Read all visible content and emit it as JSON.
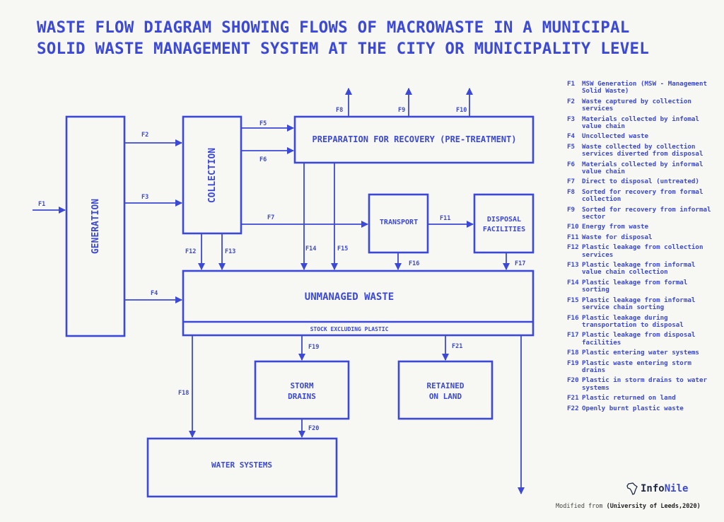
{
  "title": {
    "line1": "WASTE FLOW DIAGRAM SHOWING FLOWS OF MACROWASTE IN A MUNICIPAL",
    "line2": "SOLID WASTE MANAGEMENT SYSTEM AT THE CITY OR MUNICIPALITY LEVEL"
  },
  "colors": {
    "accent": "#3b49d6",
    "background": "#f7f7f3"
  },
  "boxes": {
    "generation": "GENERATION",
    "collection": "COLLECTION",
    "preparation": "PREPARATION FOR RECOVERY (PRE-TREATMENT)",
    "transport": "TRANSPORT",
    "disposal_1": "DISPOSAL",
    "disposal_2": "FACILITIES",
    "unmanaged": "UNMANAGED WASTE",
    "stock": "STOCK EXCLUDING PLASTIC",
    "storm_1": "STORM",
    "storm_2": "DRAINS",
    "retained_1": "RETAINED",
    "retained_2": "ON LAND",
    "water": "WATER SYSTEMS"
  },
  "flows": {
    "F1": "F1",
    "F2": "F2",
    "F3": "F3",
    "F4": "F4",
    "F5": "F5",
    "F6": "F6",
    "F7": "F7",
    "F8": "F8",
    "F9": "F9",
    "F10": "F10",
    "F11": "F11",
    "F12": "F12",
    "F13": "F13",
    "F14": "F14",
    "F15": "F15",
    "F16": "F16",
    "F17": "F17",
    "F18": "F18",
    "F19": "F19",
    "F20": "F20",
    "F21": "F21"
  },
  "legend": [
    {
      "code": "F1",
      "text": "MSW Generation (MSW - Management Solid Waste)"
    },
    {
      "code": "F2",
      "text": "Waste captured by collection services"
    },
    {
      "code": "F3",
      "text": "Materials collected by infomal value chain"
    },
    {
      "code": "F4",
      "text": "Uncollected waste"
    },
    {
      "code": "F5",
      "text": "Waste collected by collection services diverted from disposal"
    },
    {
      "code": "F6",
      "text": "Materials collected by informal value chain"
    },
    {
      "code": "F7",
      "text": "Direct to disposal (untreated)"
    },
    {
      "code": "F8",
      "text": "Sorted for recovery from formal collection"
    },
    {
      "code": "F9",
      "text": "Sorted for recovery from informal sector"
    },
    {
      "code": "F10",
      "text": "Energy from waste"
    },
    {
      "code": "F11",
      "text": "Waste for disposal"
    },
    {
      "code": "F12",
      "text": "Plastic leakage from collection services"
    },
    {
      "code": "F13",
      "text": "Plastic leakage from informal value chain collection"
    },
    {
      "code": "F14",
      "text": "Plastic leakage from formal sorting"
    },
    {
      "code": "F15",
      "text": "Plastic leakage from informal service chain sorting"
    },
    {
      "code": "F16",
      "text": "Plastic leakage during transportation to disposal"
    },
    {
      "code": "F17",
      "text": "Plastic leakage from disposal facilities"
    },
    {
      "code": "F18",
      "text": "Plastic entering water systems"
    },
    {
      "code": "F19",
      "text": "Plastic waste entering storm drains"
    },
    {
      "code": "F20",
      "text": "Plastic in storm drains to water systems"
    },
    {
      "code": "F21",
      "text": "Plastic returned on land"
    },
    {
      "code": "F22",
      "text": "Openly burnt plastic waste"
    }
  ],
  "logo": {
    "part1": "Info",
    "part2": "Nile"
  },
  "credit": {
    "prefix": "Modified from ",
    "source": "(University of Leeds,2020)"
  }
}
